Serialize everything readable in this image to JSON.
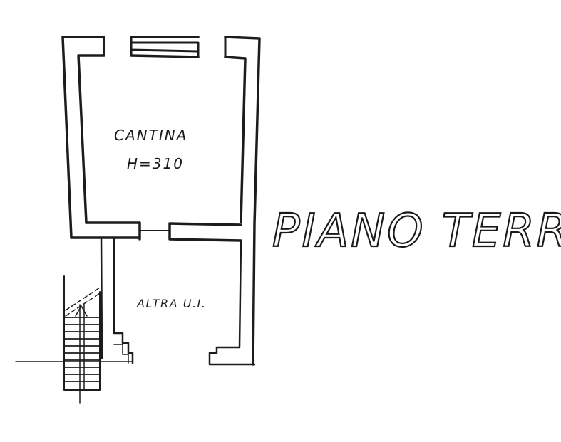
{
  "floor_title": "PIANO TERRA",
  "rooms": {
    "cantina": {
      "name": "CANTINA",
      "height": "H=310"
    },
    "other_unit": {
      "name": "ALTRA U.I."
    }
  }
}
